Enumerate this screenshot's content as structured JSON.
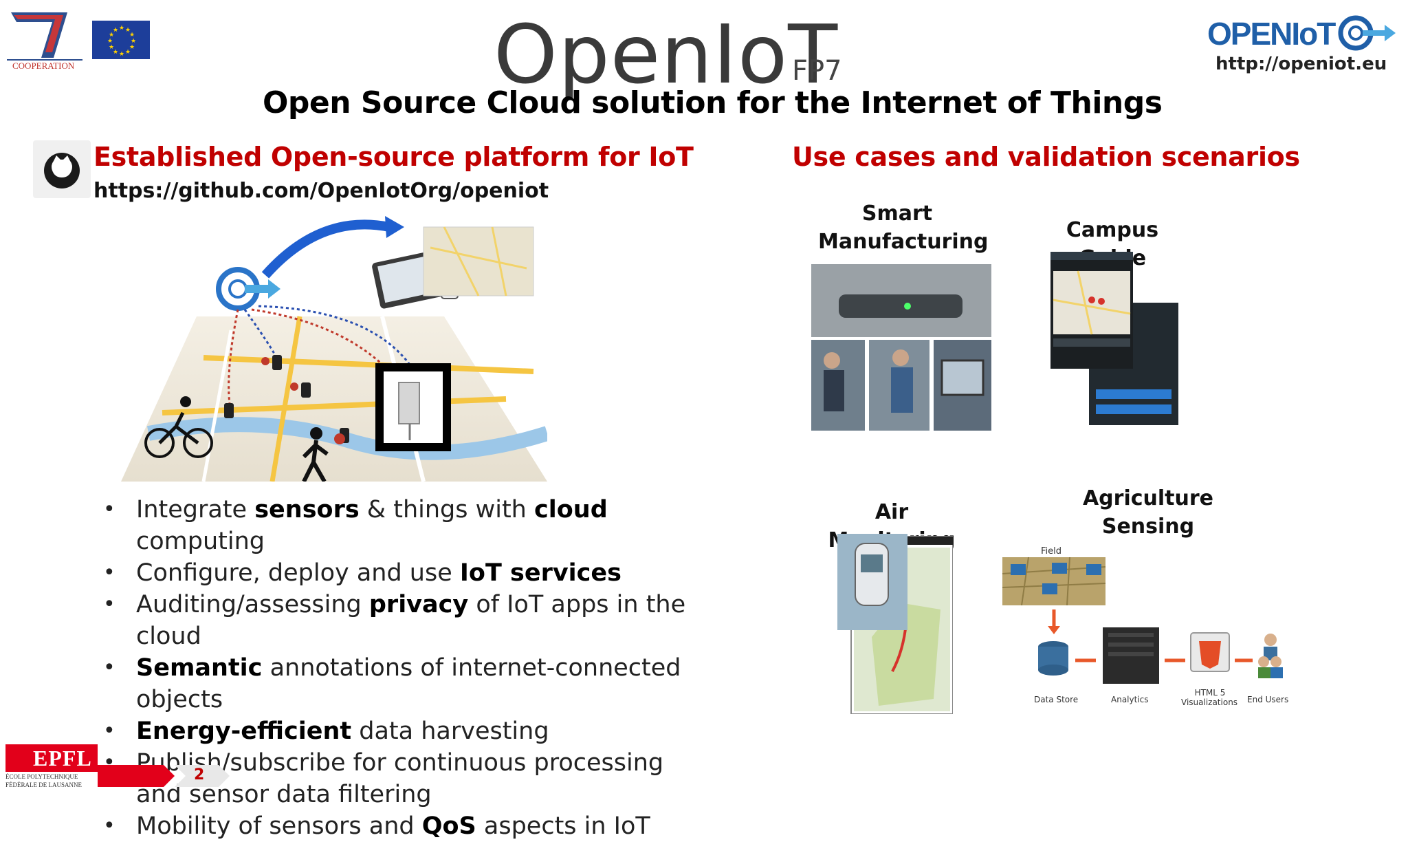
{
  "header": {
    "title": "OpenIoT",
    "title_suffix": "FP7",
    "subtitle": "Open Source Cloud solution for the Internet of Things",
    "logo_text": "OPENIoT",
    "logo_url": "http://openiot.eu",
    "fp7_logo_text": "COOPERATION"
  },
  "left": {
    "heading": "Established Open-source platform for IoT",
    "github_url": "https://github.com/OpenIotOrg/openiot",
    "bullets": [
      [
        {
          "t": "Integrate "
        },
        {
          "t": "sensors",
          "b": true
        },
        {
          "t": " & things with "
        },
        {
          "t": "cloud",
          "b": true
        },
        {
          "t": " computing"
        }
      ],
      [
        {
          "t": "Configure, deploy and use "
        },
        {
          "t": "IoT services",
          "b": true
        }
      ],
      [
        {
          "t": "Auditing/assessing "
        },
        {
          "t": "privacy",
          "b": true
        },
        {
          "t": " of IoT apps in the cloud"
        }
      ],
      [
        {
          "t": "Semantic",
          "b": true
        },
        {
          "t": " annotations of internet-connected objects"
        }
      ],
      [
        {
          "t": "Energy-efficient",
          "b": true
        },
        {
          "t": " data harvesting"
        }
      ],
      [
        {
          "t": "Publish/subscribe for continuous processing and sensor data filtering"
        }
      ],
      [
        {
          "t": "Mobility of sensors and "
        },
        {
          "t": "QoS",
          "b": true
        },
        {
          "t": " aspects in IoT"
        }
      ]
    ]
  },
  "right": {
    "heading": "Use cases and validation scenarios",
    "cases": {
      "smart_manufacturing": "Smart Manufacturing",
      "campus_guide": "Campus Guide",
      "air_monitoring": "Air Monitoring",
      "agriculture_sensing": "Agriculture Sensing"
    },
    "agri_diagram": {
      "field": "Field",
      "data_store": "Data Store",
      "analytics": "Analytics",
      "html5": "HTML 5",
      "visualizations": "Visualizations",
      "end_users": "End Users"
    }
  },
  "footer": {
    "epfl_logo": "EPFL",
    "epfl_name_line1": "ÉCOLE POLYTECHNIQUE",
    "epfl_name_line2": "FÉDÉRALE DE LAUSANNE",
    "page_number": "2"
  },
  "colors": {
    "red_heading": "#c00000",
    "openiot_blue": "#1f5fa8",
    "epfl_red": "#e2001a"
  }
}
